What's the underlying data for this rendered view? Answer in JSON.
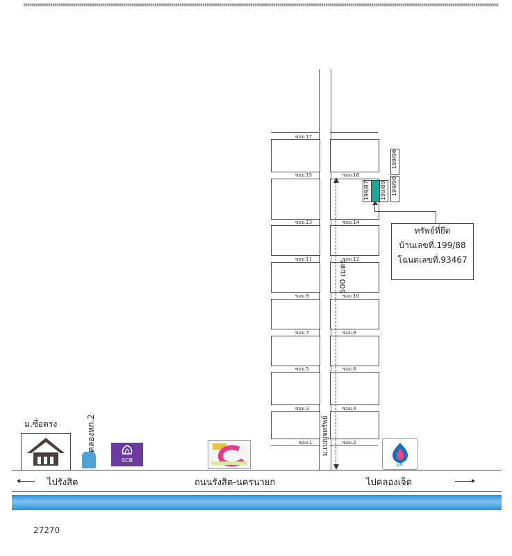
{
  "map": {
    "main_road": "ถนนรังสิต-นครนายก",
    "direction_left": "ไปรังสิต",
    "direction_right": "ไปคลองเจ็ด",
    "village_name": "ม.เบญจทรัพย์",
    "distance_label": "500 เมตร",
    "canal_label": "คลองหก.2",
    "landmark_house": "ม.ซื่อตรง",
    "scb_label": "SCB",
    "ptt_label": "ptt",
    "left_sois": [
      "ซอย.1",
      "ซอย.3",
      "ซอย.5",
      "ซอย.7",
      "ซอย.9",
      "ซอย.11",
      "ซอย.13",
      "ซอย.15",
      "ซอย.17"
    ],
    "right_sois": [
      "ซอย.2",
      "ซอย.4",
      "ซอย.6",
      "ซอย.8",
      "ซอย.10",
      "ซอย.12",
      "ซอย.14",
      "ซอย.16"
    ],
    "plots": {
      "p1": "199/87",
      "p2": "199/89",
      "p3": "199/90",
      "p4": "199/96"
    },
    "property": {
      "title": "ทรัพย์ที่ยึด",
      "house_no": "บ้านเลขที่.199/88",
      "deed_no": "โฉนดเลขที่.93467"
    },
    "code": "27270"
  },
  "colors": {
    "property": "#1aa898",
    "river": "#2a8fd8",
    "house": "#4a3f3a",
    "scb": "#6b3aa0",
    "ptt": "#1a6fb8"
  }
}
